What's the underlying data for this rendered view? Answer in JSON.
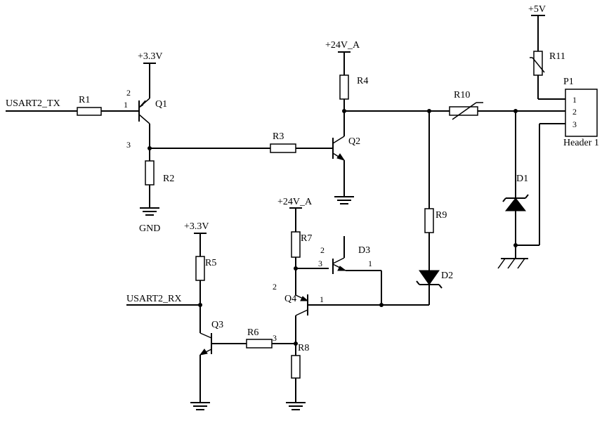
{
  "nets": {
    "usart2_tx": "USART2_TX",
    "usart2_rx": "USART2_RX",
    "plus_3v3_q1": "+3.3V",
    "plus_3v3_r5": "+3.3V",
    "plus_24v_r4": "+24V_A",
    "plus_24v_r7": "+24V_A",
    "plus_5v": "+5V",
    "gnd": "GND"
  },
  "components": {
    "R1": "R1",
    "R2": "R2",
    "R3": "R3",
    "R4": "R4",
    "R5": "R5",
    "R6": "R6",
    "R7": "R7",
    "R8": "R8",
    "R9": "R9",
    "R10": "R10",
    "R11": "R11",
    "Q1": "Q1",
    "Q2": "Q2",
    "Q3": "Q3",
    "Q4": "Q4",
    "D1": "D1",
    "D2": "D2",
    "D3": "D3",
    "P1": "P1",
    "header_name": "Header 1"
  },
  "pins": {
    "q1_p2": "2",
    "q1_p1": "1",
    "q1_p3": "3",
    "d3_p2": "2",
    "d3_p3": "3",
    "d3_p1": "1",
    "q4_p2": "2",
    "q4_p1": "1",
    "q4_p3": "3",
    "p1_p1": "1",
    "p1_p2": "2",
    "p1_p3": "3"
  }
}
